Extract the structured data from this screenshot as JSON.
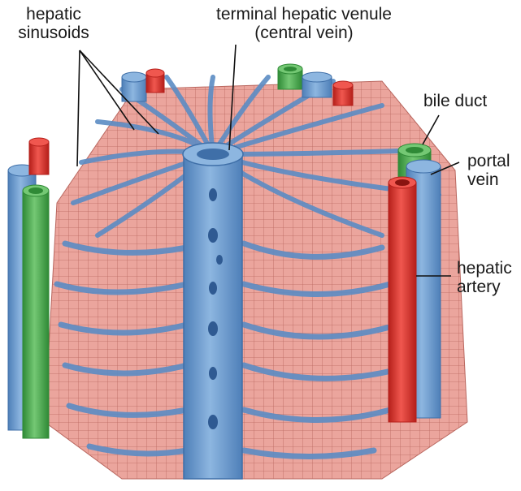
{
  "labels": {
    "hepatic_sinusoids": {
      "line1": "hepatic",
      "line2": "sinusoids"
    },
    "terminal_venule": {
      "line1": "terminal hepatic venule",
      "line2": "(central vein)"
    },
    "bile_duct": {
      "line1": "bile duct"
    },
    "portal_vein": {
      "line1": "portal",
      "line2": "vein"
    },
    "hepatic_artery": {
      "line1": "hepatic",
      "line2": "artery"
    }
  },
  "colors": {
    "hepatocyte": "#e89a92",
    "hepatocyte_dark": "#c9736c",
    "vein": "#6f9fd2",
    "vein_dark": "#3f6fa8",
    "artery": "#e0312b",
    "bile_duct": "#4caf4f"
  }
}
